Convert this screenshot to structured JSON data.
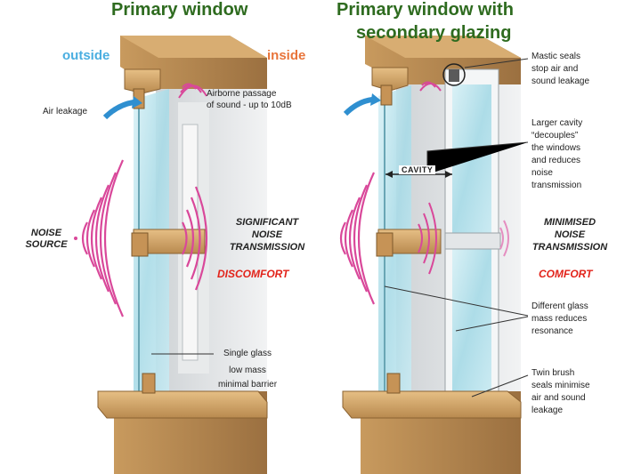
{
  "titles": {
    "left": "Primary window",
    "right_line1": "Primary window with",
    "right_line2": "secondary glazing"
  },
  "sides": {
    "outside": "outside",
    "inside": "inside"
  },
  "left_labels": {
    "air_leakage": "Air leakage",
    "airborne_1": "Airborne passage",
    "airborne_2": "of sound - up to 10dB",
    "noise_source_1": "NOISE",
    "noise_source_2": "SOURCE",
    "significant_1": "SIGNIFICANT",
    "significant_2": "NOISE",
    "significant_3": "TRANSMISSION",
    "discomfort": "DISCOMFORT",
    "single_glass_1": "Single glass",
    "single_glass_2": "low mass",
    "single_glass_3": "minimal barrier"
  },
  "right_labels": {
    "mastic_1": "Mastic seals",
    "mastic_2": "stop air and",
    "mastic_3": "sound leakage",
    "cavity_1": "Larger cavity",
    "cavity_2": "“decouples”",
    "cavity_3": "the windows",
    "cavity_4": "and reduces",
    "cavity_5": "noise",
    "cavity_6": "transmission",
    "cavity_arrow": "CAVITY",
    "minimised_1": "MINIMISED",
    "minimised_2": "NOISE",
    "minimised_3": "TRANSMISSION",
    "comfort": "COMFORT",
    "glass_mass_1": "Different glass",
    "glass_mass_2": "mass reduces",
    "glass_mass_3": "resonance",
    "brush_1": "Twin brush",
    "brush_2": "seals minimise",
    "brush_3": "air and sound",
    "brush_4": "leakage"
  },
  "colors": {
    "title_green": "#2e6b1f",
    "outside_blue": "#4aaee0",
    "inside_orange": "#e8743a",
    "sound_wave": "#d9489a",
    "accent_red": "#e2231a",
    "glass": "#bfe6ee",
    "wood": "#d7a86c",
    "wall": "#a57a45"
  }
}
